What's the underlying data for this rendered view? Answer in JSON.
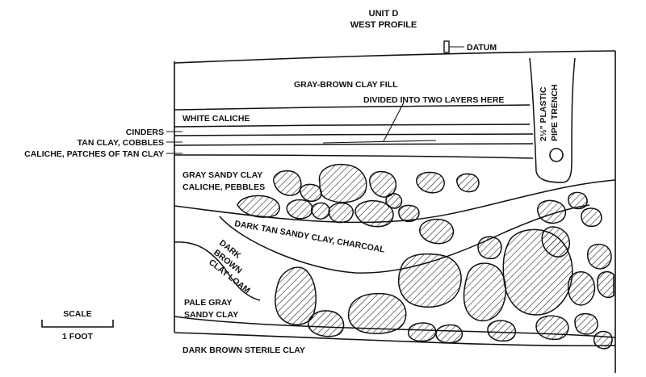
{
  "title": {
    "line1": "UNIT D",
    "line2": "WEST PROFILE"
  },
  "datum_label": "DATUM",
  "layers": {
    "fill": "GRAY-BROWN CLAY FILL",
    "divided_note": "DIVIDED INTO TWO LAYERS HERE",
    "white_caliche": "WHITE CALICHE",
    "cinders": "CINDERS",
    "tan_clay_cobbles": "TAN CLAY, COBBLES",
    "caliche_patches": "CALICHE, PATCHES OF TAN CLAY",
    "gray_sandy_1": "GRAY SANDY CLAY",
    "gray_sandy_2": "CALICHE, PEBBLES",
    "dark_tan": "DARK TAN SANDY CLAY, CHARCOAL",
    "dark_brown_1": "DARK",
    "dark_brown_2": "BROWN",
    "dark_brown_3": "CLAY LOAM",
    "pale_gray_1": "PALE GRAY",
    "pale_gray_2": "SANDY CLAY",
    "sterile": "DARK BROWN STERILE CLAY"
  },
  "trench": {
    "line1": "2½\" PLASTIC",
    "line2": "PIPE TRENCH"
  },
  "scale": {
    "title": "SCALE",
    "length": "1 FOOT"
  },
  "colors": {
    "ink": "#111111",
    "paper": "#ffffff"
  }
}
